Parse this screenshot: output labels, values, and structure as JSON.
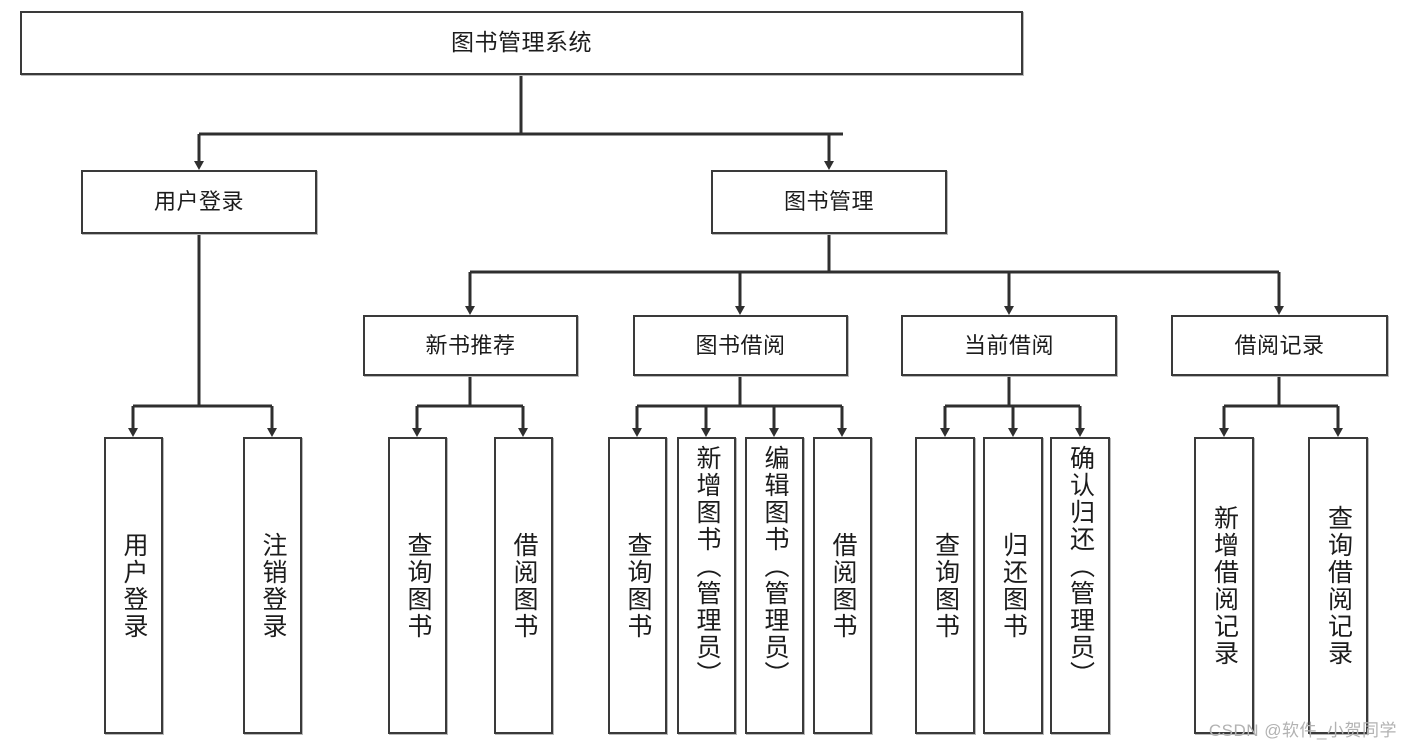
{
  "diagram": {
    "title": "图书管理系统",
    "root": {
      "label": "图书管理系统"
    },
    "level2": [
      {
        "label": "用户登录"
      },
      {
        "label": "图书管理"
      }
    ],
    "level3": [
      {
        "label": "新书推荐"
      },
      {
        "label": "图书借阅"
      },
      {
        "label": "当前借阅"
      },
      {
        "label": "借阅记录"
      }
    ],
    "leaves": {
      "user_login": [
        {
          "label": "用户登录"
        },
        {
          "label": "注销登录"
        }
      ],
      "new_book_recommend": [
        {
          "label": "查询图书"
        },
        {
          "label": "借阅图书"
        }
      ],
      "book_borrow": [
        {
          "label": "查询图书"
        },
        {
          "label": "新增图书（管理员）"
        },
        {
          "label": "编辑图书（管理员）"
        },
        {
          "label": "借阅图书"
        }
      ],
      "current_borrow": [
        {
          "label": "查询图书"
        },
        {
          "label": "归还图书"
        },
        {
          "label": "确认归还（管理员）"
        }
      ],
      "borrow_record": [
        {
          "label": "新增借阅记录"
        },
        {
          "label": "查询借阅记录"
        }
      ]
    },
    "watermark": "CSDN @软件_小贺同学",
    "colors": {
      "border": "#3a3a3a",
      "text": "#1c1c1c",
      "background": "#ffffff",
      "watermark": "#b2b2b2"
    }
  }
}
